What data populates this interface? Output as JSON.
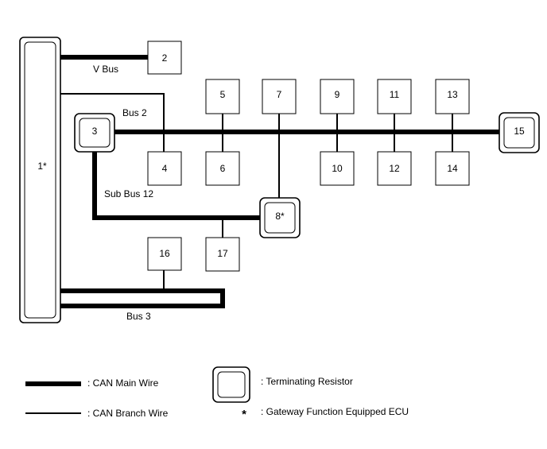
{
  "diagram": {
    "nodes": {
      "n1": "1*",
      "n2": "2",
      "n3": "3",
      "n4": "4",
      "n5": "5",
      "n6": "6",
      "n7": "7",
      "n8": "8*",
      "n9": "9",
      "n10": "10",
      "n11": "11",
      "n12": "12",
      "n13": "13",
      "n14": "14",
      "n15": "15",
      "n16": "16",
      "n17": "17"
    },
    "bus_labels": {
      "v_bus": "V Bus",
      "bus2": "Bus 2",
      "sub_bus12": "Sub Bus 12",
      "bus3": "Bus 3"
    }
  },
  "legend": {
    "main_wire": ": CAN Main Wire",
    "branch_wire": ": CAN Branch Wire",
    "terminating_resistor": ": Terminating Resistor",
    "gateway_symbol": "*",
    "gateway": ": Gateway Function Equipped ECU"
  }
}
